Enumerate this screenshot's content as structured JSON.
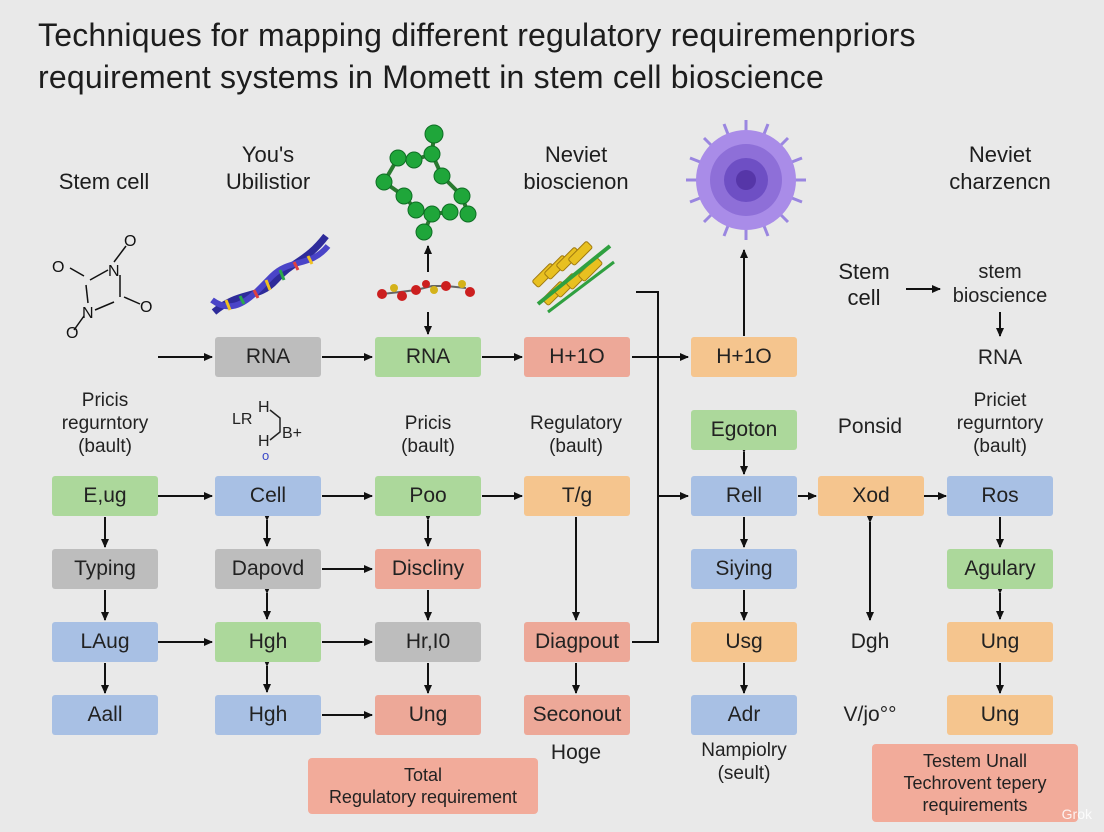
{
  "title": {
    "line1": "Techniques for mapping different regulatory requiremenpriors",
    "line2": "requirement systems in Momett in stem cell bioscience"
  },
  "headers": {
    "col1": "Stem cell",
    "col2_line1": "You's",
    "col2_line2": "Ubilistior",
    "col4_line1": "Neviet",
    "col4_line2": "bioscienon",
    "col8_line1": "Neviet",
    "col8_line2": "charzencn"
  },
  "labels": {
    "stem_cell_line1": "Stem",
    "stem_cell_line2": "cell",
    "stem_bio_line1": "stem",
    "stem_bio_line2": "bioscience",
    "rna_right": "RNA",
    "pricis1_line1": "Pricis",
    "pricis1_line2": "regurntory",
    "pricis1_line3": "(bault)",
    "pricis2_line1": "Pricis",
    "pricis2_line2": "(bault)",
    "regulatory_line1": "Regulatory",
    "regulatory_line2": "(bault)",
    "ponsid": "Ponsid",
    "priciet_line1": "Priciet",
    "priciet_line2": "regurntory",
    "priciet_line3": "(bault)",
    "dgh": "Dgh",
    "vjo": "V/jo°°",
    "hoge": "Hoge",
    "nampiolry_line1": "Nampiolry",
    "nampiolry_line2": "(seult)",
    "chem_lr": "LR",
    "chem_h1": "H",
    "chem_h2": "H",
    "chem_b": "B+",
    "chem_o": "o",
    "hex_o1": "O",
    "hex_n1": "N",
    "hex_o2": "O",
    "hex_n2": "N",
    "hex_o3": "O",
    "hex_o4": "O"
  },
  "boxes": {
    "rna1": "RNA",
    "rna2": "RNA",
    "h1o1": "H+1O",
    "h1o2": "H+1O",
    "eus": "E,ug",
    "cell": "Cell",
    "poo": "Poo",
    "tg": "T/g",
    "egoton": "Egoton",
    "rell": "Rell",
    "xod": "Xod",
    "ros": "Ros",
    "typing": "Typing",
    "dapovd": "Dapovd",
    "discliny": "Discliny",
    "siying": "Siying",
    "agulary": "Agulary",
    "laug": "LAug",
    "hgh1": "Hgh",
    "hr10": "Hr,I0",
    "diagpout": "Diagpout",
    "usg": "Usg",
    "ung1": "Ung",
    "aall": "Aall",
    "hgh2": "Hgh",
    "ung2": "Ung",
    "seconout": "Seconout",
    "adr": "Adr",
    "ung3": "Ung"
  },
  "notes": {
    "total_line1": "Total",
    "total_line2": "Regulatory requirement",
    "testem_line1": "Testem Unall",
    "testem_line2": "Techrovent tepery",
    "testem_line3": "requirements"
  },
  "watermark": "Grok",
  "colors": {
    "gray": "#bdbdbd",
    "green": "#acd89b",
    "blue": "#a8c0e4",
    "salmon": "#eda898",
    "orange": "#f5c58e",
    "note": "#f2ab9a",
    "background": "#e9e9e9"
  }
}
